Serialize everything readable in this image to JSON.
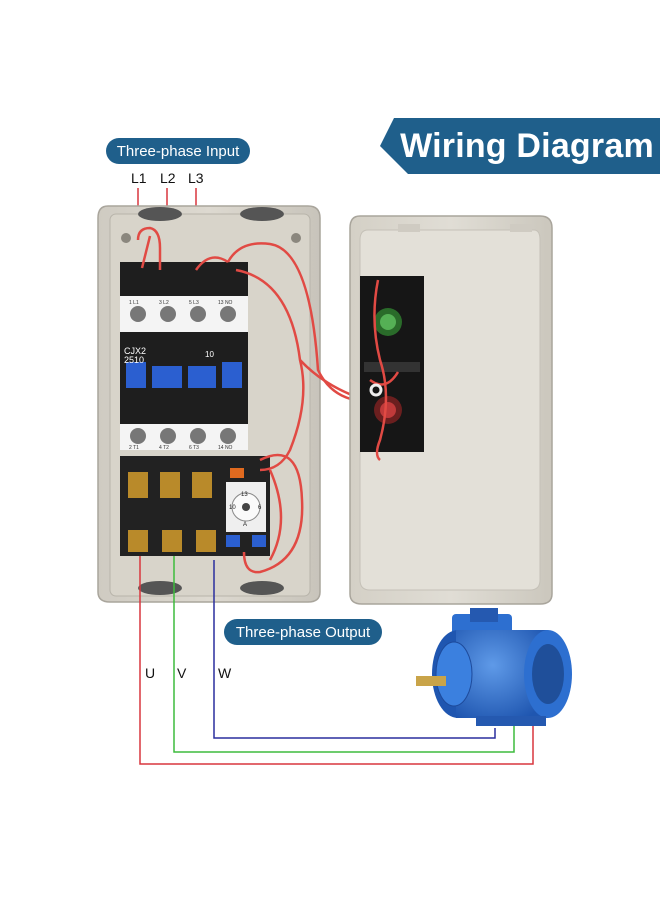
{
  "title": "Wiring Diagram",
  "input_label": "Three-phase Input",
  "output_label": "Three-phase Output",
  "input_lines": [
    "L1",
    "L2",
    "L3"
  ],
  "output_lines": [
    "U",
    "V",
    "W"
  ],
  "contactor": {
    "model_line1": "CJX2",
    "model_line2": "2510",
    "side_mark": "10",
    "top_terminals": [
      "1 L1",
      "3 L2",
      "5 L3",
      "13 NO"
    ],
    "bottom_terminals": [
      "2 T1",
      "4 T2",
      "6 T3",
      "14 NO"
    ]
  },
  "relay_dial": {
    "top": "13",
    "bottom": "A",
    "left": "10",
    "right": "6"
  },
  "colors": {
    "banner": "#1f5f8b",
    "red_wire": "#d9363e",
    "green_wire": "#3dbb3d",
    "blue_wire": "#2a2f9e",
    "motor_blue": "#2d6fd0"
  }
}
